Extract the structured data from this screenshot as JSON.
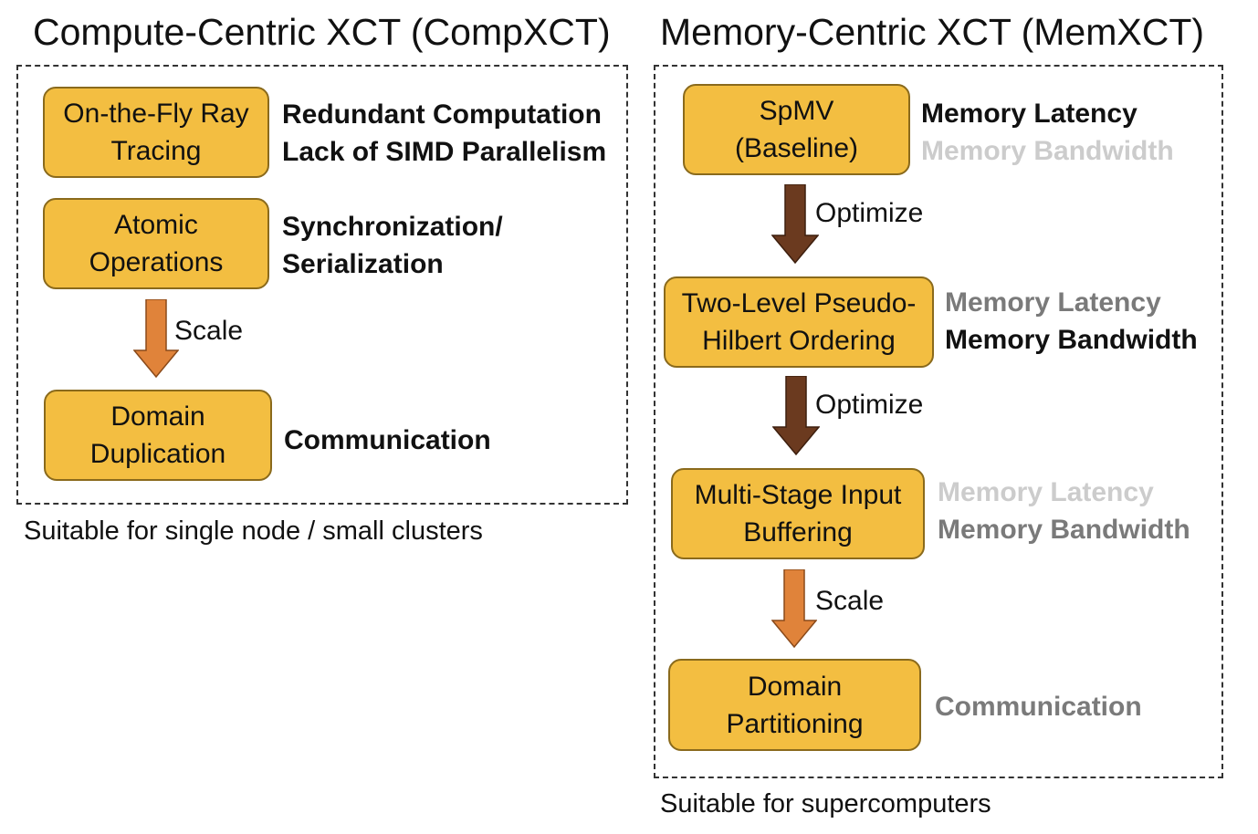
{
  "left": {
    "title": "Compute-Centric XCT (CompXCT)",
    "boxes": [
      {
        "lines": [
          "On-the-Fly Ray",
          "Tracing"
        ]
      },
      {
        "lines": [
          "Atomic",
          "Operations"
        ]
      },
      {
        "lines": [
          "Domain",
          "Duplication"
        ]
      }
    ],
    "notes": [
      {
        "lines": [
          "Redundant Computation",
          "Lack of SIMD Parallelism"
        ]
      },
      {
        "lines": [
          "Synchronization/",
          "Serialization"
        ]
      },
      {
        "lines": [
          "Communication"
        ]
      }
    ],
    "arrow_label": "Scale",
    "caption": "Suitable for single node / small clusters"
  },
  "right": {
    "title": "Memory-Centric XCT (MemXCT)",
    "boxes": [
      {
        "lines": [
          "SpMV",
          "(Baseline)"
        ]
      },
      {
        "lines": [
          "Two-Level Pseudo-",
          "Hilbert Ordering"
        ]
      },
      {
        "lines": [
          "Multi-Stage Input",
          "Buffering"
        ]
      },
      {
        "lines": [
          "Domain",
          "Partitioning"
        ]
      }
    ],
    "notes": [
      {
        "lines": [
          "Memory Latency",
          "Memory Bandwidth"
        ]
      },
      {
        "lines": [
          "Memory Latency",
          "Memory Bandwidth"
        ]
      },
      {
        "lines": [
          "Memory Latency",
          "Memory Bandwidth"
        ]
      },
      {
        "lines": [
          "Communication"
        ]
      }
    ],
    "arrow_labels": [
      "Optimize",
      "Optimize",
      "Scale"
    ],
    "caption": "Suitable for supercomputers"
  },
  "colors": {
    "box_fill": "#f3be41",
    "box_border": "#8a6a1c",
    "optimize_arrow": "#6b3a1f",
    "scale_arrow": "#e0833a",
    "text_dark": "#111111",
    "text_mid": "#7a7a7a",
    "text_light": "#cccccc"
  }
}
